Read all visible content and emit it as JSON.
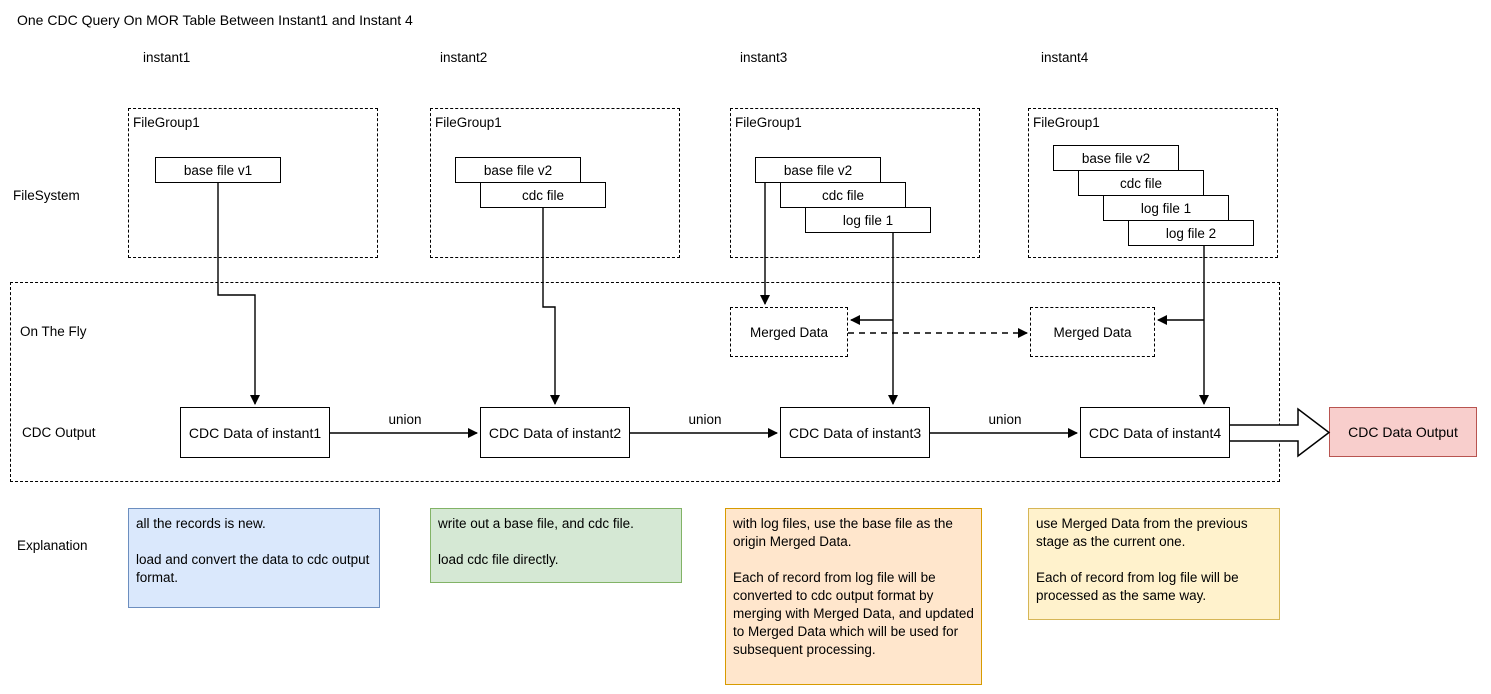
{
  "title": "One CDC Query On MOR Table Between Instant1 and Instant 4",
  "labels": {
    "filesystem": "FileSystem",
    "on_the_fly": "On The Fly",
    "cdc_output": "CDC Output",
    "explanation": "Explanation",
    "union": "union",
    "merged_data": "Merged Data",
    "filegroup": "FileGroup1"
  },
  "columns": [
    {
      "header": "instant1",
      "files": [
        "base file v1"
      ],
      "cdc": "CDC Data of instant1",
      "explanation": "all the records is new.\n\nload and convert the data to cdc output format."
    },
    {
      "header": "instant2",
      "files": [
        "base file v2",
        "cdc file"
      ],
      "cdc": "CDC Data of instant2",
      "explanation": "write out a base file, and cdc file.\n\nload cdc file directly."
    },
    {
      "header": "instant3",
      "files": [
        "base file v2",
        "cdc file",
        "log file 1"
      ],
      "cdc": "CDC Data of instant3",
      "explanation": "with log files, use the base file as the origin Merged Data.\n\nEach of record from log file will be converted to cdc output format by merging with Merged Data, and updated to Merged Data which will be used for subsequent processing."
    },
    {
      "header": "instant4",
      "files": [
        "base file v2",
        "cdc file",
        "log file 1",
        "log file 2"
      ],
      "cdc": "CDC Data of instant4",
      "explanation": "use Merged Data from the previous stage as the current one.\n\nEach of record from log file will be processed as the same way."
    }
  ],
  "output": {
    "label": "CDC Data Output",
    "fill": "#f8cecc",
    "border": "#b85450"
  },
  "explanation_colors": [
    {
      "fill": "#dae8fc",
      "border": "#6c8ebf"
    },
    {
      "fill": "#d5e8d4",
      "border": "#82b366"
    },
    {
      "fill": "#ffe6cc",
      "border": "#d79b00"
    },
    {
      "fill": "#fff2cc",
      "border": "#d6b656"
    }
  ]
}
